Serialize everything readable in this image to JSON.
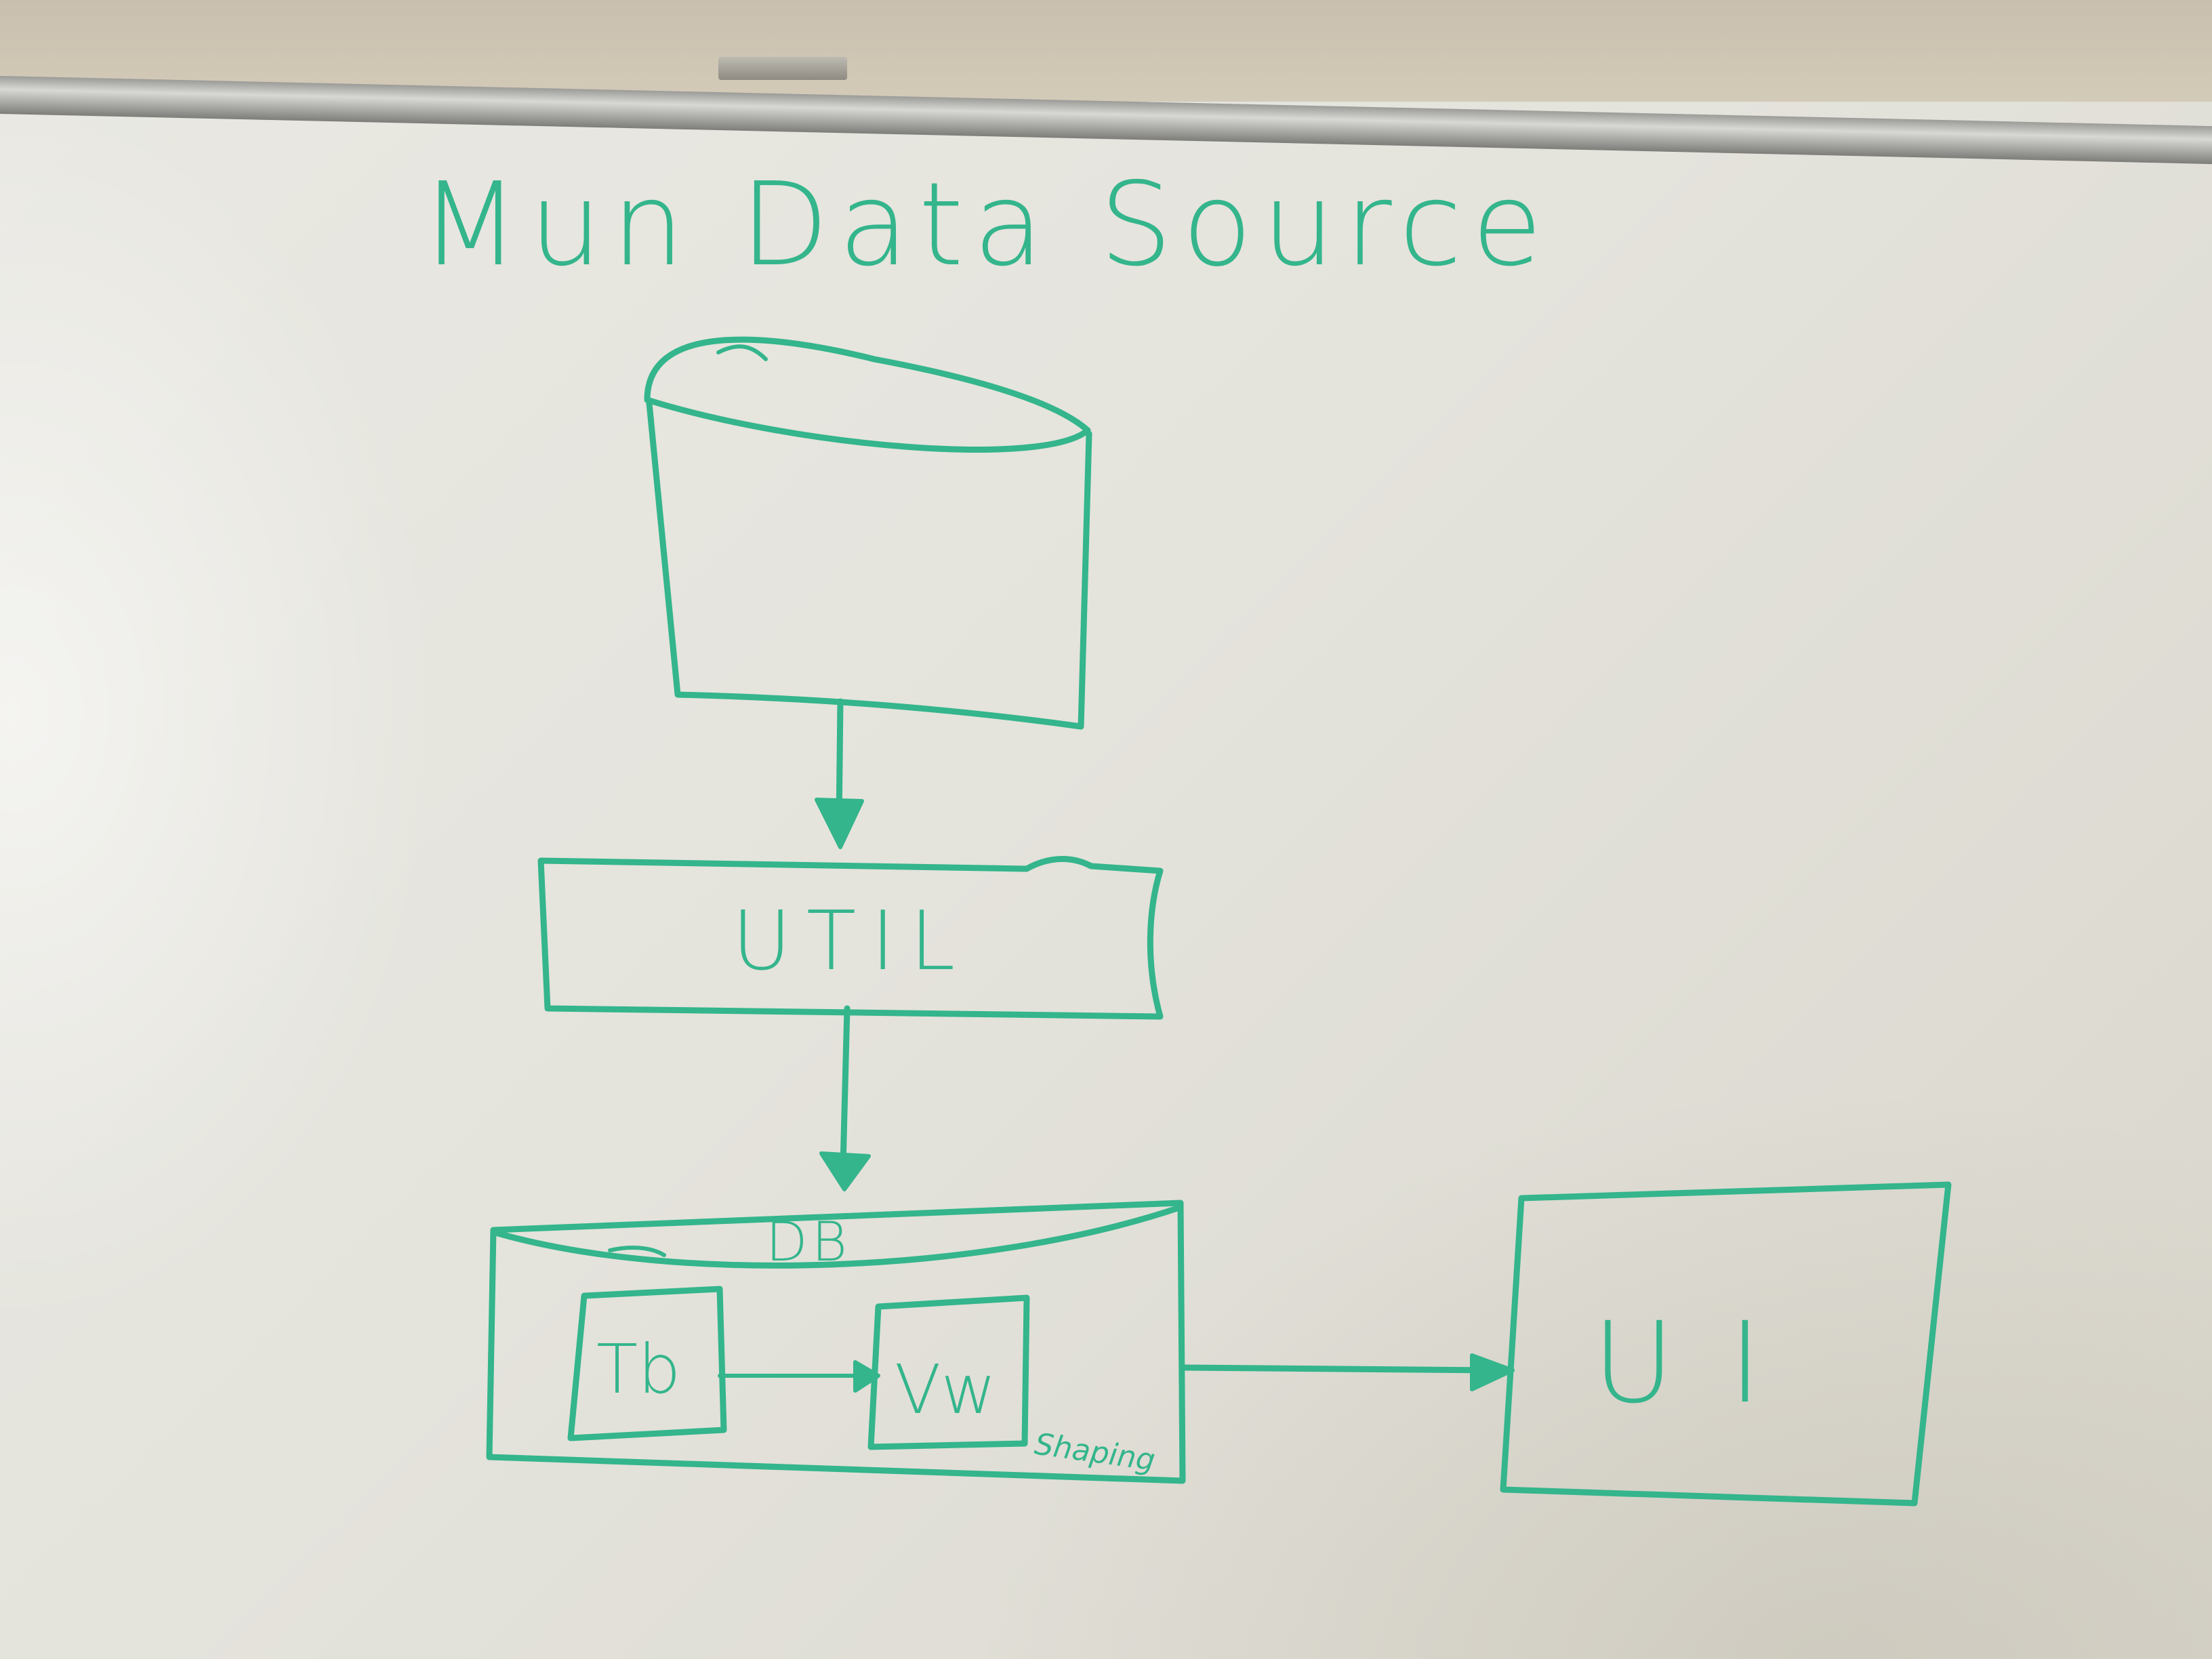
{
  "diagram": {
    "title": "Mun Data Source",
    "nodes": {
      "source": {
        "label": ""
      },
      "util": {
        "label": "UTIL"
      },
      "db": {
        "label": "DB",
        "annotation": "Shaping",
        "table": {
          "label": "Tb"
        },
        "view": {
          "label": "Vw"
        }
      },
      "ui": {
        "label": "UI"
      }
    },
    "edges": [
      {
        "from": "source",
        "to": "util"
      },
      {
        "from": "util",
        "to": "db"
      },
      {
        "from": "table",
        "to": "view"
      },
      {
        "from": "db",
        "to": "ui"
      }
    ],
    "colors": {
      "ink": "#34b58c",
      "board": "#e6e5de",
      "frame": "#a7a7a3",
      "wall": "#cfc8b8"
    }
  }
}
